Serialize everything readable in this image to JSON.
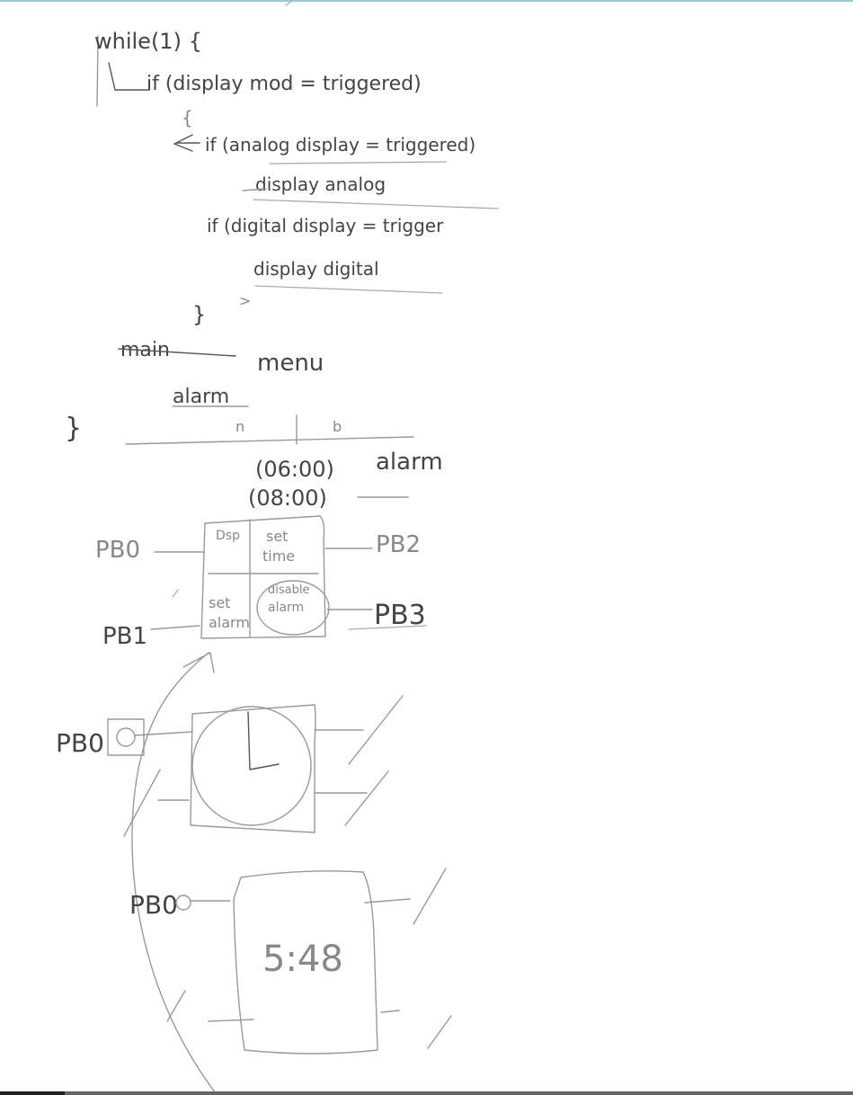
{
  "colors": {
    "ink": "#444444",
    "ink_light": "#888888",
    "top_border": "#9cc7d6",
    "bottom_bar": "#222222",
    "bottom_bar_accent": "#666666"
  },
  "code": {
    "line1": "while(1) {",
    "line2": "if (display mod = triggered)",
    "line3": "if (analog display = triggered)",
    "line4": "display analog",
    "line5": "if (digital display = trigger",
    "line6": "display digital",
    "brace_open_1": "{",
    "brace_close_outer": "}",
    "brace_close_main": "}"
  },
  "notes": {
    "struck_word": "main",
    "menu": "menu",
    "alarm_heading": "alarm",
    "col_a": "n",
    "col_b": "b",
    "alarm_time_1": "(06:00)",
    "alarm_time_2": "(08:00)",
    "alarm_word": "alarm"
  },
  "menu_box": {
    "pb0": "PB0",
    "pb1": "PB1",
    "pb2": "PB2",
    "pb3": "PB3",
    "cell_disp": "Dsp",
    "cell_set_time_1": "set",
    "cell_set_time_2": "time",
    "cell_set_alarm_1": "set",
    "cell_set_alarm_2": "alarm",
    "cell_disable_1": "disable",
    "cell_disable_2": "alarm"
  },
  "analog_clock": {
    "pb_label": "PB0"
  },
  "digital_clock": {
    "pb_label": "PB0",
    "time": "5:48"
  }
}
